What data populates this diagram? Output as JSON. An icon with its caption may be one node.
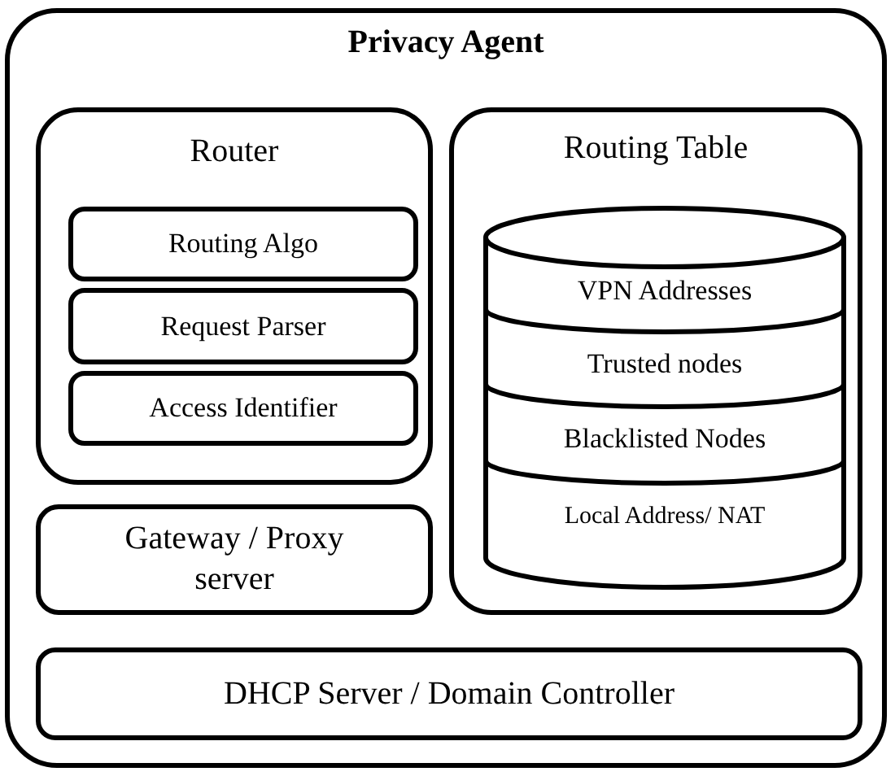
{
  "diagram": {
    "nodes": [
      {
        "text": [
          "Privacy Agent"
        ]
      },
      {
        "text": [
          "Router"
        ],
        "in": 0
      },
      {
        "text": [
          "Routing Algo"
        ],
        "in": 1
      },
      {
        "text": [
          "Request Parser"
        ],
        "in": 1
      },
      {
        "text": [
          "Access Identifier"
        ],
        "in": 1
      },
      {
        "text": [
          "Routing Table"
        ],
        "in": 0
      },
      {
        "text": [],
        "shape": "cylinder",
        "in": 5
      },
      {
        "text": [
          "VPN Addresses"
        ],
        "in": 6
      },
      {
        "text": [
          "Trusted nodes"
        ],
        "in": 6
      },
      {
        "text": [
          "Blacklisted Nodes"
        ],
        "in": 6
      },
      {
        "text": [
          "Local Address/ NAT"
        ],
        "in": 6
      },
      {
        "text": [
          "Gateway / Proxy server"
        ],
        "in": 0
      },
      {
        "text": [
          "DHCP Server / Domain Controller"
        ],
        "in": 0
      }
    ]
  }
}
